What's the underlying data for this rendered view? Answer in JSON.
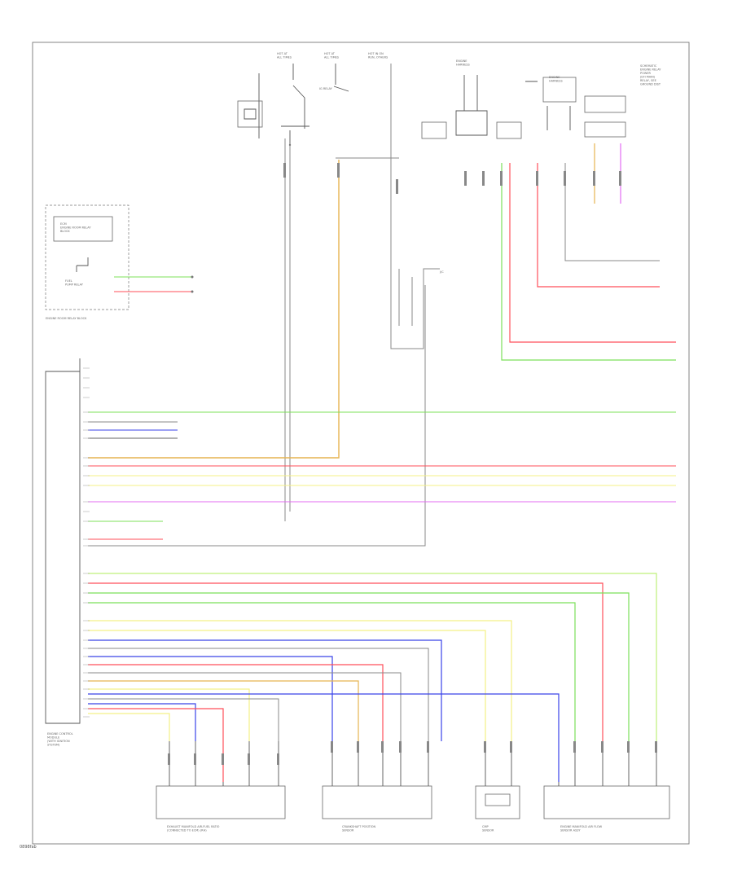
{
  "figure_id": "0898fab",
  "components": {
    "ecm": "ENGINE CONTROL\nMODULE\n(WITH IGNITION\nSYSTEM)",
    "intake_cam": "EXHAUST MANIFOLD AIR-FUEL RATIO\n(CONNECTED TO ECM) (RH)",
    "crank_sensor": "CRANKSHAFT POSITION\nSENSOR",
    "cam_sensor": "CMP\nSENSOR",
    "air_fuel": "ENGINE MANIFOLD AIR FLOW\nSENSOR ASSY"
  },
  "top_labels": {
    "fuse_1": "HOT AT\nALL TIMES",
    "fuse_2": "HOT AT\nALL TIMES",
    "fuse_3": "HOT IN ON\nRUN, OTHERS",
    "fuse_4": "ENGINE\nHARNESS",
    "fuse_5": "ENGINE\nHARNESS",
    "note_right": "SCHEMATIC\nENGINE RELAY\nPOWER\n(EFI MAIN)\nRELAY, SEE\nGROUND DIST"
  },
  "left_box": {
    "title": "ECM\nENGINE ROOM RELAY\nBLOCK",
    "sub": "FUEL\nPUMP RELAY",
    "foot": "ENGINE ROOM RELAY BLOCK"
  },
  "icons": {
    "junction": "junction-dot-icon",
    "ground": "ground-symbol-icon",
    "connector": "connector-pin-icon"
  },
  "colors": {
    "wire_green": "#7ce05a",
    "wire_lightgreen": "#bff07a",
    "wire_red": "#ff4f5a",
    "wire_pink": "#ff9eb4",
    "wire_magenta": "#e36cf2",
    "wire_blue": "#3a43e8",
    "wire_yellow": "#f4f086",
    "wire_orange": "#e6b450",
    "wire_gray": "#8a8a8a",
    "wire_black": "#444444"
  }
}
